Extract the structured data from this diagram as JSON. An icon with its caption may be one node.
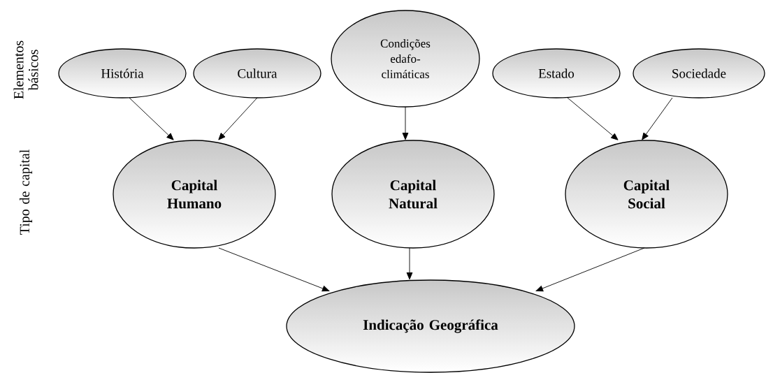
{
  "diagram": {
    "nodes": [
      {
        "text": [
          "História"
        ]
      },
      {
        "text": [
          "Cultura"
        ]
      },
      {
        "text": [
          "Condições edafo-climáticas"
        ]
      },
      {
        "text": [
          "Estado"
        ]
      },
      {
        "text": [
          "Sociedade"
        ]
      },
      {
        "text": [
          "Capital Humano"
        ]
      },
      {
        "text": [
          "Capital Natural"
        ]
      },
      {
        "text": [
          "Capital Social"
        ]
      },
      {
        "text": [
          "Indicação Geográfica"
        ]
      }
    ],
    "edges": [
      {
        "from": 0,
        "to": 5,
        "arrow": "to"
      },
      {
        "from": 1,
        "to": 5,
        "arrow": "to"
      },
      {
        "from": 2,
        "to": 6,
        "arrow": "to"
      },
      {
        "from": 3,
        "to": 7,
        "arrow": "to"
      },
      {
        "from": 4,
        "to": 7,
        "arrow": "to"
      },
      {
        "from": 5,
        "to": 8,
        "arrow": "to"
      },
      {
        "from": 6,
        "to": 8,
        "arrow": "to"
      },
      {
        "from": 7,
        "to": 8,
        "arrow": "to"
      }
    ],
    "labels": [
      "Elementos básicos",
      "Tipo de capital"
    ]
  }
}
